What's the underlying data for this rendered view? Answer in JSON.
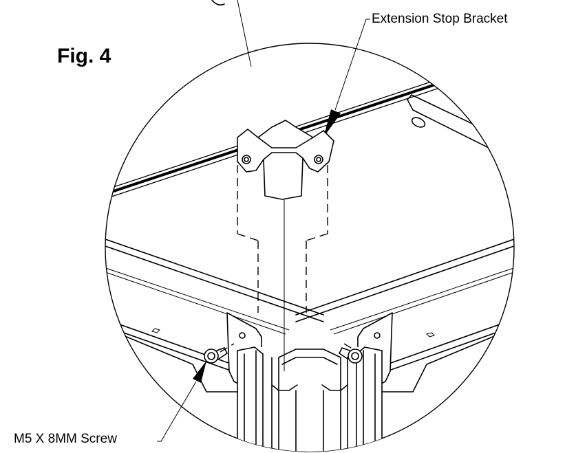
{
  "figure": {
    "label": "Fig. 4"
  },
  "callouts": {
    "bracket": "Extension Stop Bracket",
    "screw": "M5 X 8MM Screw"
  }
}
